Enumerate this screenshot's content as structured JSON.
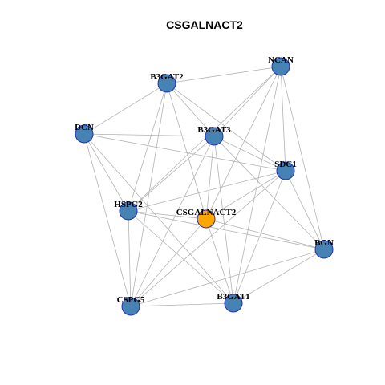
{
  "title": "CSGALNACT2",
  "colors": {
    "hub_fill": "#ffa500",
    "node_fill": "#4682b4",
    "node_stroke": "#1f2fbf",
    "edge": "#b3b3b3"
  },
  "nodes": [
    {
      "id": "NCAN",
      "label": "NCAN",
      "hub": false
    },
    {
      "id": "B3GAT2",
      "label": "B3GAT2",
      "hub": false
    },
    {
      "id": "DCN",
      "label": "DCN",
      "hub": false
    },
    {
      "id": "B3GAT3",
      "label": "B3GAT3",
      "hub": false
    },
    {
      "id": "SDC1",
      "label": "SDC1",
      "hub": false
    },
    {
      "id": "HSPG2",
      "label": "HSPG2",
      "hub": false
    },
    {
      "id": "CSGALNACT2",
      "label": "CSGALNACT2",
      "hub": true
    },
    {
      "id": "BGN",
      "label": "BGN",
      "hub": false
    },
    {
      "id": "CSPG5",
      "label": "CSPG5",
      "hub": false
    },
    {
      "id": "B3GAT1",
      "label": "B3GAT1",
      "hub": false
    }
  ],
  "edges": [
    [
      "B3GAT2",
      "NCAN"
    ],
    [
      "B3GAT2",
      "DCN"
    ],
    [
      "B3GAT2",
      "B3GAT3"
    ],
    [
      "B3GAT2",
      "SDC1"
    ],
    [
      "B3GAT2",
      "HSPG2"
    ],
    [
      "B3GAT2",
      "CSGALNACT2"
    ],
    [
      "B3GAT2",
      "CSPG5"
    ],
    [
      "NCAN",
      "B3GAT3"
    ],
    [
      "NCAN",
      "SDC1"
    ],
    [
      "NCAN",
      "CSGALNACT2"
    ],
    [
      "NCAN",
      "BGN"
    ],
    [
      "NCAN",
      "B3GAT1"
    ],
    [
      "NCAN",
      "HSPG2"
    ],
    [
      "DCN",
      "B3GAT3"
    ],
    [
      "DCN",
      "SDC1"
    ],
    [
      "DCN",
      "HSPG2"
    ],
    [
      "DCN",
      "CSPG5"
    ],
    [
      "DCN",
      "B3GAT1"
    ],
    [
      "B3GAT3",
      "SDC1"
    ],
    [
      "B3GAT3",
      "HSPG2"
    ],
    [
      "B3GAT3",
      "CSGALNACT2"
    ],
    [
      "B3GAT3",
      "BGN"
    ],
    [
      "B3GAT3",
      "CSPG5"
    ],
    [
      "B3GAT3",
      "B3GAT1"
    ],
    [
      "SDC1",
      "CSGALNACT2"
    ],
    [
      "SDC1",
      "BGN"
    ],
    [
      "SDC1",
      "CSPG5"
    ],
    [
      "SDC1",
      "B3GAT1"
    ],
    [
      "SDC1",
      "HSPG2"
    ],
    [
      "HSPG2",
      "CSGALNACT2"
    ],
    [
      "HSPG2",
      "BGN"
    ],
    [
      "HSPG2",
      "CSPG5"
    ],
    [
      "HSPG2",
      "B3GAT1"
    ],
    [
      "CSGALNACT2",
      "BGN"
    ],
    [
      "CSGALNACT2",
      "CSPG5"
    ],
    [
      "CSGALNACT2",
      "B3GAT1"
    ],
    [
      "BGN",
      "CSPG5"
    ],
    [
      "BGN",
      "B3GAT1"
    ],
    [
      "CSPG5",
      "B3GAT1"
    ]
  ]
}
